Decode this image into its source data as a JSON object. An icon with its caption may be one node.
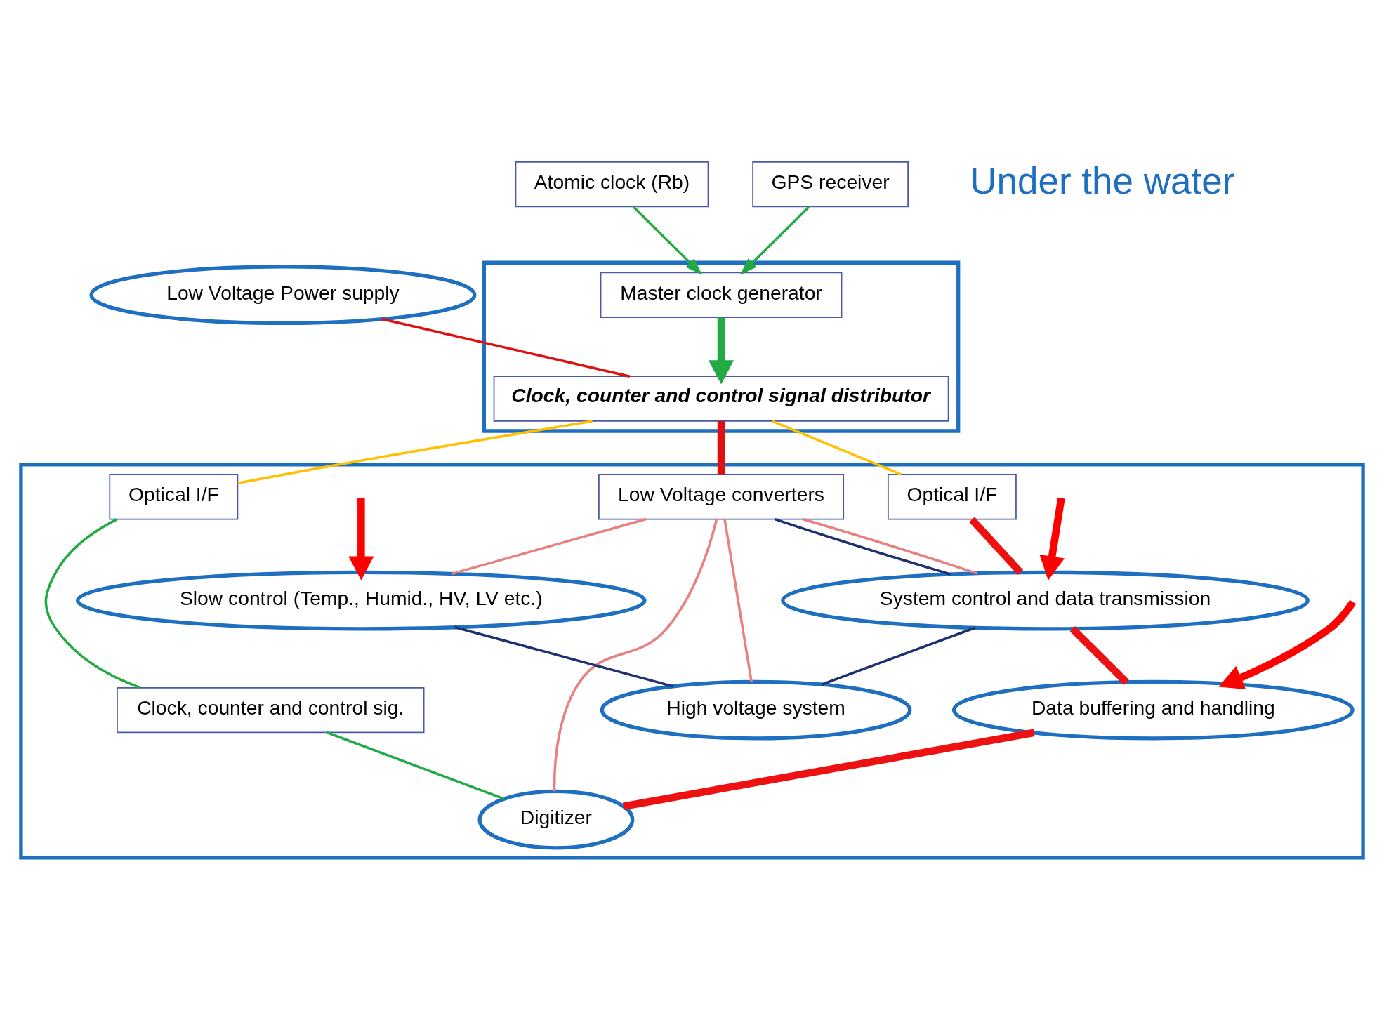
{
  "diagram": {
    "nodes": [
      {
        "text": [
          "Low Voltage Power supply"
        ]
      },
      {
        "text": [
          "Atomic clock (Rb)"
        ]
      },
      {
        "text": [
          "GPS receiver"
        ]
      },
      {
        "text": [],
        "shape": "box"
      },
      {
        "text": [
          "Clock, counter and control signal distributor"
        ],
        "in": 3
      },
      {
        "text": [
          "Master clock generator"
        ],
        "in": 3
      },
      {
        "text": [],
        "shape": "box"
      },
      {
        "text": [
          "Low Voltage converters"
        ],
        "in": 6
      },
      {
        "text": [
          "Optical I/F"
        ],
        "in": 6
      },
      {
        "text": [
          "Optical I/F"
        ],
        "in": 6
      },
      {
        "text": [
          "Clock, counter and control sig."
        ],
        "in": 6
      },
      {
        "text": [
          "System control and data transmission"
        ],
        "in": 6
      },
      {
        "text": [
          "Slow control (Temp., Humid., HV, LV etc.)"
        ],
        "in": 6
      },
      {
        "text": [
          "Data buffering and handling"
        ],
        "in": 6
      },
      {
        "text": [
          "High voltage system"
        ],
        "in": 6
      },
      {
        "text": [
          "Digitizer"
        ],
        "in": 6
      }
    ],
    "edges": [
      {
        "from": 0,
        "to": 4,
        "arrow": "none",
        "color": "#dd1111"
      },
      {
        "from": 1,
        "to": 5,
        "arrow": "to",
        "color": "#22aa44"
      },
      {
        "from": 2,
        "to": 5,
        "arrow": "to",
        "color": "#22aa44"
      },
      {
        "from": 5,
        "to": 4,
        "arrow": "to",
        "color": "#22aa44",
        "style": "thick"
      },
      {
        "from": 4,
        "to": 7,
        "arrow": "none",
        "color": "#dd1111",
        "style": "thick"
      },
      {
        "from": 4,
        "to": 8,
        "arrow": "none",
        "color": "#ffc000"
      },
      {
        "from": 4,
        "to": 9,
        "arrow": "none",
        "color": "#ffc000"
      },
      {
        "from": 9,
        "to": 10,
        "arrow": "none",
        "color": "#22aa44"
      },
      {
        "from": 8,
        "to": 11,
        "arrow": "none",
        "color": "#ee1111",
        "style": "thick"
      },
      {
        "from": 7,
        "to": 11,
        "arrow": "none",
        "color": "#1f2f6f"
      },
      {
        "from": 11,
        "to": 14,
        "arrow": "none",
        "color": "#1f2f6f"
      },
      {
        "from": 12,
        "to": 14,
        "arrow": "none",
        "color": "#1f2f6f"
      },
      {
        "from": 11,
        "to": 13,
        "arrow": "none",
        "color": "#ee1111",
        "style": "thick"
      },
      {
        "from": 13,
        "to": 15,
        "arrow": "none",
        "color": "#ee1111",
        "style": "thick"
      },
      {
        "from": 10,
        "to": 15,
        "arrow": "none",
        "color": "#22aa44"
      },
      {
        "from": 7,
        "to": 11,
        "arrow": "none",
        "color": "#e88080"
      },
      {
        "from": 7,
        "to": 12,
        "arrow": "none",
        "color": "#e88080"
      },
      {
        "from": 7,
        "to": 14,
        "arrow": "none",
        "color": "#e88080"
      },
      {
        "from": 7,
        "to": 15,
        "arrow": "none",
        "color": "#e88080"
      },
      {
        "from": null,
        "to": 11,
        "arrow": "to",
        "color": "#ff0000",
        "style": "thick"
      },
      {
        "from": null,
        "to": 12,
        "arrow": "to",
        "color": "#ff0000",
        "style": "thick"
      },
      {
        "from": null,
        "to": 13,
        "arrow": "to",
        "color": "#ff0000",
        "style": "thick"
      }
    ],
    "labels": [
      "Under the water"
    ]
  }
}
